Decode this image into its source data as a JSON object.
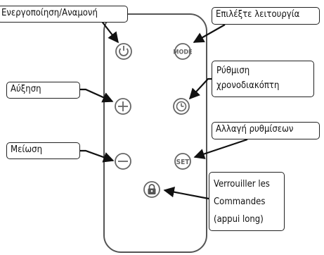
{
  "callouts": {
    "power": "Ενεργοποίηση/Αναμονή",
    "mode": "Επιλέξτε λειτουργία",
    "increase": "Αύξηση",
    "timer_line1": "Ρύθμιση",
    "timer_line2": "χρονοδιακόπτη",
    "decrease": "Μείωση",
    "settings": "Αλλαγή ρυθμίσεων",
    "lock_line1": "Verrouiller les",
    "lock_line2": "Commandes",
    "lock_line3": "(appui long)"
  },
  "buttons": {
    "mode_text": "MODE",
    "set_text": "SET"
  },
  "icons": [
    "power-icon",
    "mode-icon",
    "plus-icon",
    "clock-icon",
    "minus-icon",
    "set-icon",
    "lock-icon"
  ]
}
